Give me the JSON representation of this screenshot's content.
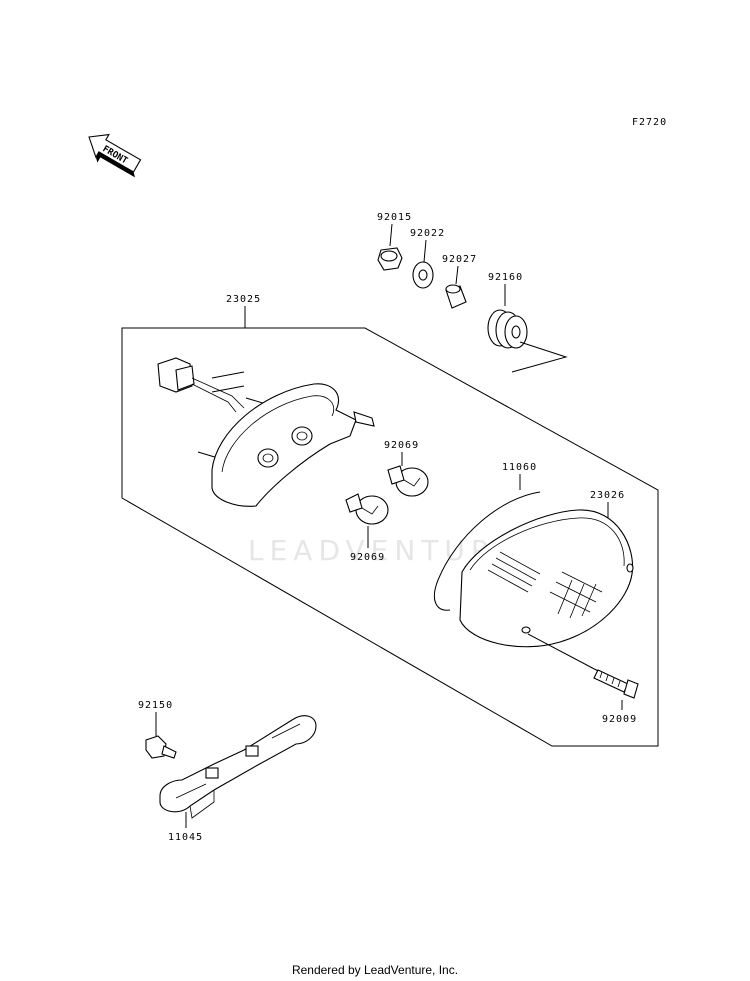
{
  "diagram": {
    "figure_code": "F2720",
    "front_label": "FRONT",
    "watermark": "LEADVENTURE",
    "parts": {
      "p92015": "92015",
      "p92022": "92022",
      "p92027": "92027",
      "p92160": "92160",
      "p23025": "23025",
      "p92069_top": "92069",
      "p92069_bottom": "92069",
      "p11060": "11060",
      "p23026": "23026",
      "p92009": "92009",
      "p92150": "92150",
      "p11045": "11045"
    }
  },
  "footer": {
    "text": "Rendered by LeadVenture, Inc."
  }
}
